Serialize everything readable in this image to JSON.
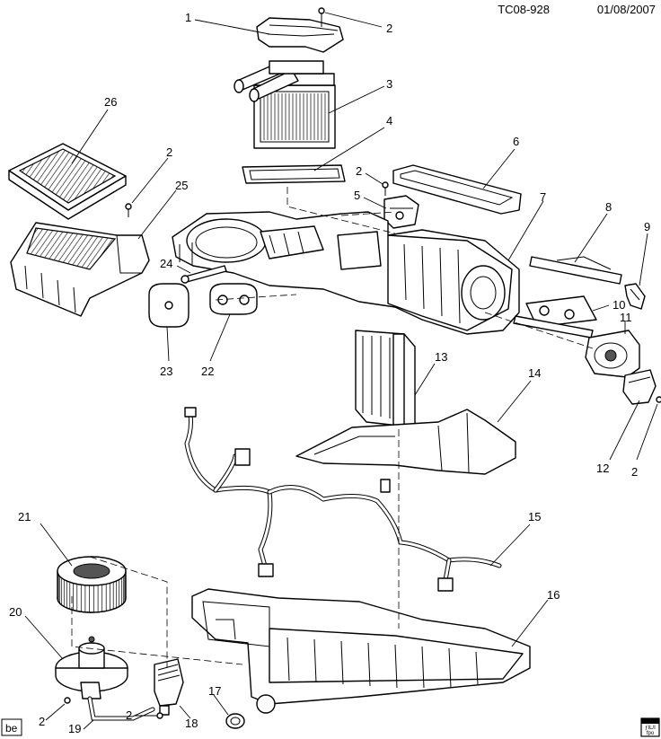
{
  "header": {
    "drawing_id": "TC08-928",
    "date": "01/08/2007"
  },
  "callouts": [
    {
      "id": "c1",
      "label": "1"
    },
    {
      "id": "c2a",
      "label": "2"
    },
    {
      "id": "c3",
      "label": "3"
    },
    {
      "id": "c4",
      "label": "4"
    },
    {
      "id": "c26",
      "label": "26"
    },
    {
      "id": "c2b",
      "label": "2"
    },
    {
      "id": "c6",
      "label": "6"
    },
    {
      "id": "c2c",
      "label": "2"
    },
    {
      "id": "c25",
      "label": "25"
    },
    {
      "id": "c5",
      "label": "5"
    },
    {
      "id": "c7",
      "label": "7"
    },
    {
      "id": "c8",
      "label": "8"
    },
    {
      "id": "c9",
      "label": "9"
    },
    {
      "id": "c24",
      "label": "24"
    },
    {
      "id": "c10",
      "label": "10"
    },
    {
      "id": "c11",
      "label": "11"
    },
    {
      "id": "c23",
      "label": "23"
    },
    {
      "id": "c22",
      "label": "22"
    },
    {
      "id": "c13",
      "label": "13"
    },
    {
      "id": "c14",
      "label": "14"
    },
    {
      "id": "c12",
      "label": "12"
    },
    {
      "id": "c2d",
      "label": "2"
    },
    {
      "id": "c15",
      "label": "15"
    },
    {
      "id": "c21",
      "label": "21"
    },
    {
      "id": "c16",
      "label": "16"
    },
    {
      "id": "c20",
      "label": "20"
    },
    {
      "id": "c17",
      "label": "17"
    },
    {
      "id": "c2e",
      "label": "2"
    },
    {
      "id": "c2f",
      "label": "2"
    },
    {
      "id": "c19",
      "label": "19"
    },
    {
      "id": "c18",
      "label": "18"
    }
  ],
  "footer": {
    "language_badge": "be",
    "icon": "service-manual-icon",
    "icon_text_top": "ƒIL/I",
    "icon_text_bottom": "fpo"
  }
}
